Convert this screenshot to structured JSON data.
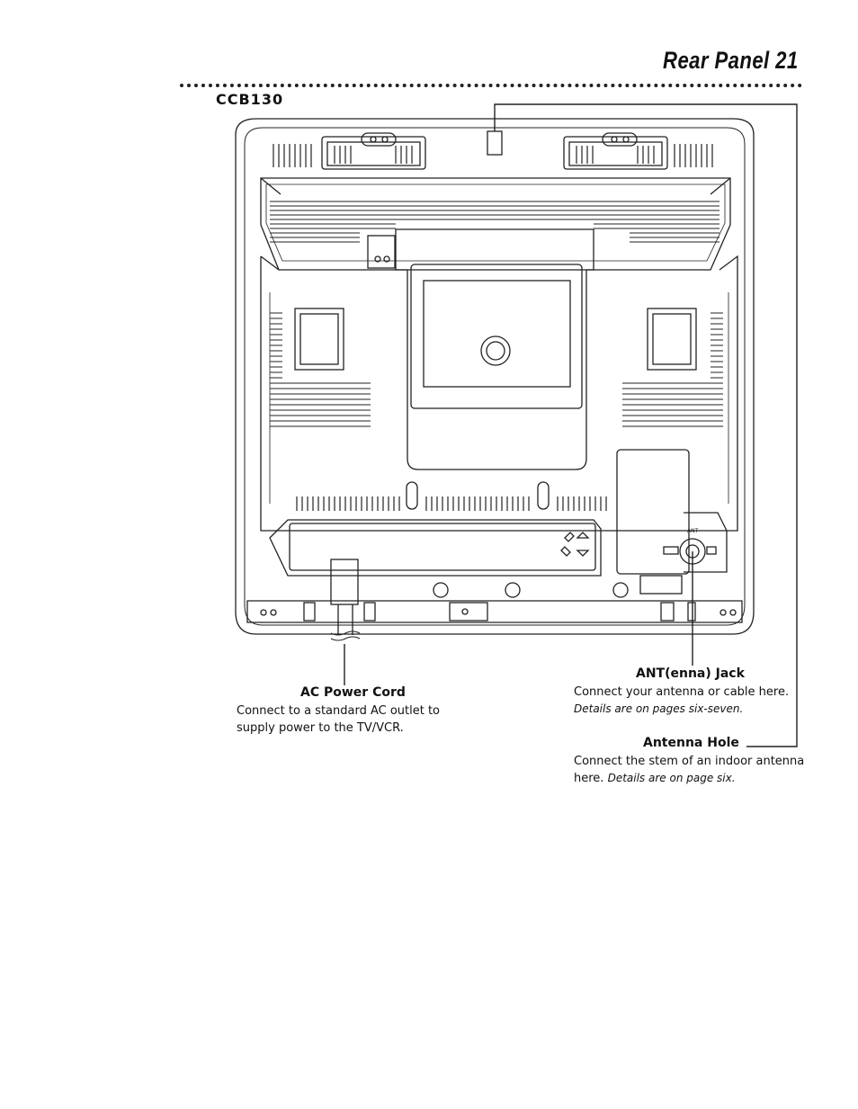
{
  "header": {
    "title": "Rear Panel 21"
  },
  "model": "CCB130",
  "diagram": {
    "ant_label": "ANT"
  },
  "callouts": {
    "ac_power": {
      "title": "AC Power Cord",
      "text_line1": "Connect to a standard AC outlet to",
      "text_line2": "supply power to the TV/VCR."
    },
    "ant_jack": {
      "title": "ANT(enna) Jack",
      "text_line1": "Connect your antenna or cable here.",
      "text_line2": "Details are on pages six-seven."
    },
    "antenna_hole": {
      "title": "Antenna Hole",
      "text_line1": "Connect the stem of an indoor antenna",
      "text_line2_plain": "here.",
      "text_line2_italic": "Details are on page six."
    }
  }
}
